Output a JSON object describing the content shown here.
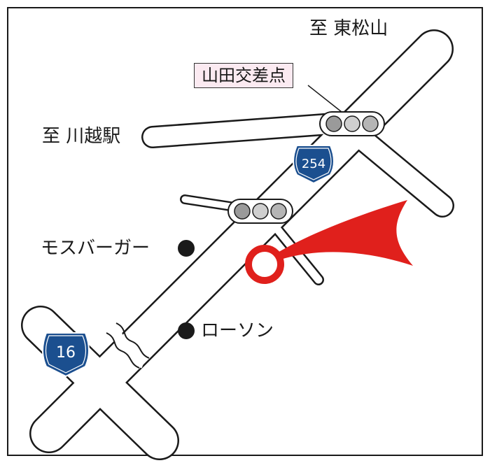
{
  "labels": {
    "to_higashi_matsuyama": "至 東松山",
    "to_kawagoe_station": "至 川越駅",
    "intersection_name": "山田交差点",
    "mos_burger": "モスバーガー",
    "lawson": "ローソン"
  },
  "route_shields": {
    "route_254": "254",
    "route_16": "16"
  },
  "colors": {
    "road_fill": "#ffffff",
    "road_outline": "#1a1a1a",
    "shield_blue": "#1b4f8f",
    "destination_red": "#e0201c",
    "callout_bg": "#fbeaf1",
    "signal_gray": "#9a9a9a"
  },
  "icons": {
    "traffic_signal": "traffic-light-icon",
    "destination": "destination-marker-icon",
    "poi": "poi-dot-icon"
  }
}
